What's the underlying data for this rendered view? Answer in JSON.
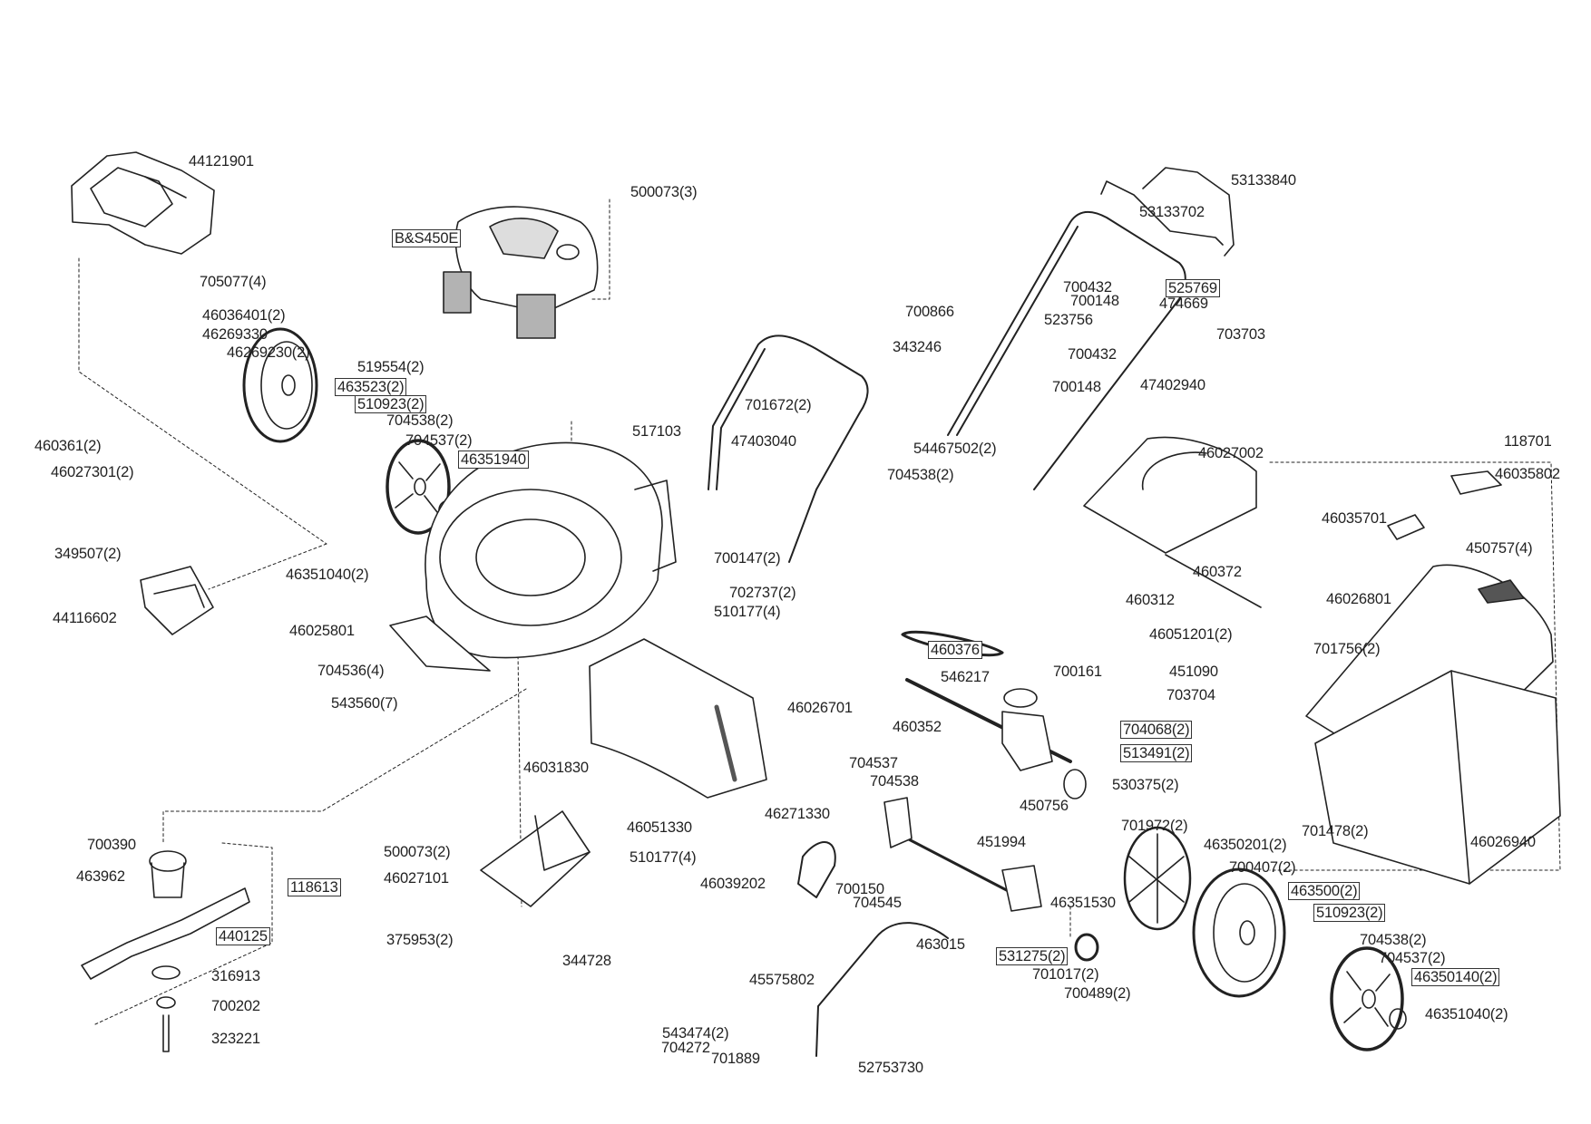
{
  "diagram": {
    "type": "exploded parts diagram",
    "line_color": "#222222",
    "fill_gray": "#b3b3b3",
    "labels": [
      {
        "text": "44121901",
        "boxed": false
      },
      {
        "text": "500073(3)",
        "boxed": false
      },
      {
        "text": "B&S450E",
        "boxed": true
      },
      {
        "text": "53133840",
        "boxed": false
      },
      {
        "text": "53133702",
        "boxed": false
      },
      {
        "text": "705077(4)",
        "boxed": false
      },
      {
        "text": "700432",
        "boxed": false
      },
      {
        "text": "525769",
        "boxed": true
      },
      {
        "text": "700148",
        "boxed": false
      },
      {
        "text": "474669",
        "boxed": false
      },
      {
        "text": "46036401(2)",
        "boxed": false
      },
      {
        "text": "700866",
        "boxed": false
      },
      {
        "text": "523756",
        "boxed": false
      },
      {
        "text": "46269330",
        "boxed": false
      },
      {
        "text": "703703",
        "boxed": false
      },
      {
        "text": "343246",
        "boxed": false
      },
      {
        "text": "46269230(2)",
        "boxed": false
      },
      {
        "text": "700432",
        "boxed": false
      },
      {
        "text": "519554(2)",
        "boxed": false
      },
      {
        "text": "463523(2)",
        "boxed": true
      },
      {
        "text": "700148",
        "boxed": false
      },
      {
        "text": "47402940",
        "boxed": false
      },
      {
        "text": "510923(2)",
        "boxed": true
      },
      {
        "text": "701672(2)",
        "boxed": false
      },
      {
        "text": "704538(2)",
        "boxed": false
      },
      {
        "text": "517103",
        "boxed": false
      },
      {
        "text": "704537(2)",
        "boxed": false
      },
      {
        "text": "47403040",
        "boxed": false
      },
      {
        "text": "54467502(2)",
        "boxed": false
      },
      {
        "text": "46351940",
        "boxed": true
      },
      {
        "text": "460361(2)",
        "boxed": false
      },
      {
        "text": "704538(2)",
        "boxed": false
      },
      {
        "text": "46027301(2)",
        "boxed": false
      },
      {
        "text": "118701",
        "boxed": false
      },
      {
        "text": "46027002",
        "boxed": false
      },
      {
        "text": "46035802",
        "boxed": false
      },
      {
        "text": "46035701",
        "boxed": false
      },
      {
        "text": "450757(4)",
        "boxed": false
      },
      {
        "text": "349507(2)",
        "boxed": false
      },
      {
        "text": "700147(2)",
        "boxed": false
      },
      {
        "text": "460372",
        "boxed": false
      },
      {
        "text": "46351040(2)",
        "boxed": false
      },
      {
        "text": "702737(2)",
        "boxed": false
      },
      {
        "text": "460312",
        "boxed": false
      },
      {
        "text": "46026801",
        "boxed": false
      },
      {
        "text": "44116602",
        "boxed": false
      },
      {
        "text": "510177(4)",
        "boxed": false
      },
      {
        "text": "46051201(2)",
        "boxed": false
      },
      {
        "text": "46025801",
        "boxed": false
      },
      {
        "text": "460376",
        "boxed": true
      },
      {
        "text": "701756(2)",
        "boxed": false
      },
      {
        "text": "704536(4)",
        "boxed": false
      },
      {
        "text": "546217",
        "boxed": false
      },
      {
        "text": "700161",
        "boxed": false
      },
      {
        "text": "451090",
        "boxed": false
      },
      {
        "text": "703704",
        "boxed": false
      },
      {
        "text": "543560(7)",
        "boxed": false
      },
      {
        "text": "46026701",
        "boxed": false
      },
      {
        "text": "460352",
        "boxed": false
      },
      {
        "text": "704068(2)",
        "boxed": true
      },
      {
        "text": "513491(2)",
        "boxed": true
      },
      {
        "text": "46031830",
        "boxed": false
      },
      {
        "text": "704537",
        "boxed": false
      },
      {
        "text": "704538",
        "boxed": false
      },
      {
        "text": "530375(2)",
        "boxed": false
      },
      {
        "text": "450756",
        "boxed": false
      },
      {
        "text": "46271330",
        "boxed": false
      },
      {
        "text": "701972(2)",
        "boxed": false
      },
      {
        "text": "700390",
        "boxed": false
      },
      {
        "text": "451994",
        "boxed": false
      },
      {
        "text": "46026940",
        "boxed": false
      },
      {
        "text": "701478(2)",
        "boxed": false
      },
      {
        "text": "500073(2)",
        "boxed": false
      },
      {
        "text": "46350201(2)",
        "boxed": false
      },
      {
        "text": "46051330",
        "boxed": false
      },
      {
        "text": "510177(4)",
        "boxed": false
      },
      {
        "text": "463962",
        "boxed": false
      },
      {
        "text": "46027101",
        "boxed": false
      },
      {
        "text": "46039202",
        "boxed": false
      },
      {
        "text": "118613",
        "boxed": true
      },
      {
        "text": "700407(2)",
        "boxed": false
      },
      {
        "text": "700150",
        "boxed": false
      },
      {
        "text": "463500(2)",
        "boxed": true
      },
      {
        "text": "704545",
        "boxed": false
      },
      {
        "text": "46351530",
        "boxed": false
      },
      {
        "text": "510923(2)",
        "boxed": true
      },
      {
        "text": "440125",
        "boxed": true
      },
      {
        "text": "375953(2)",
        "boxed": false
      },
      {
        "text": "463015",
        "boxed": false
      },
      {
        "text": "704538(2)",
        "boxed": false
      },
      {
        "text": "531275(2)",
        "boxed": true
      },
      {
        "text": "704537(2)",
        "boxed": false
      },
      {
        "text": "344728",
        "boxed": false
      },
      {
        "text": "316913",
        "boxed": false
      },
      {
        "text": "701017(2)",
        "boxed": false
      },
      {
        "text": "46350140(2)",
        "boxed": true
      },
      {
        "text": "45575802",
        "boxed": false
      },
      {
        "text": "700489(2)",
        "boxed": false
      },
      {
        "text": "46351040(2)",
        "boxed": false
      },
      {
        "text": "700202",
        "boxed": false
      },
      {
        "text": "543474(2)",
        "boxed": false
      },
      {
        "text": "704272",
        "boxed": false
      },
      {
        "text": "323221",
        "boxed": false
      },
      {
        "text": "701889",
        "boxed": false
      },
      {
        "text": "52753730",
        "boxed": false
      }
    ]
  }
}
